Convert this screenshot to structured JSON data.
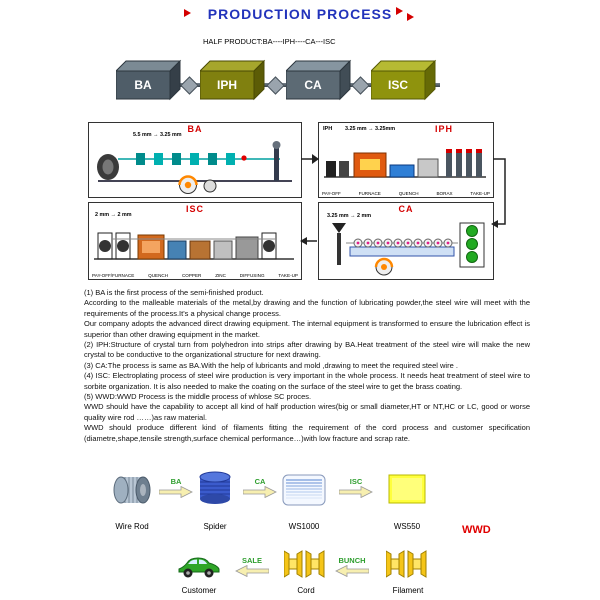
{
  "header": {
    "title": "PRODUCTION PROCESS",
    "subtitle": "HALF PRODUCT:BA----IPH----CA---ISC"
  },
  "chain": {
    "blocks": [
      "BA",
      "IPH",
      "CA",
      "ISC"
    ]
  },
  "panels": {
    "ba": {
      "title": "BA",
      "measure": "5.5 mm → 3.25 mm"
    },
    "iph": {
      "tag": "IPH",
      "title": "IPH",
      "measure": "3.25 mm → 3.25mm",
      "stations": [
        "PAY-OFF",
        "FURNACE",
        "QUENCH",
        "BORAX",
        "TAKE-UP"
      ]
    },
    "isc": {
      "title": "ISC",
      "measure": "2 mm → 2 mm",
      "stations": [
        "PAY-OFF/FURNACE",
        "QUENCH",
        "COPPER",
        "ZINC",
        "DIFFUSING",
        "TAKE-UP"
      ]
    },
    "ca": {
      "title": "CA",
      "measure": "3.25 mm → 2 mm"
    }
  },
  "description": {
    "lines": [
      "(1)    BA is the first process of the semi-finished product.",
      "According to the malleable materials of the metal,by drawing and the function of  lubricating powder,the steel wire will meet with the requirements of the process.It's a physical change process.",
      "Our company adopts the advanced direct drawing equipment. The internal equipment is transformed to ensure the lubrication effect is superior than other  drawing equipment in the market.",
      "(2)    IPH:Structure of crystal turn from polyhedron into strips after drawing by BA.Heat treatment of the steel wire will make the new crystal to be conductive to the organizational structure for next drawing.",
      "(3)    CA:The process is same as BA.With the help of lubricants and mold ,drawing to meet the required steel wire .",
      "(4)    ISC:  Electroplating process of steel wire production is very important in the whole process. It needs heat treatment of steel wire to sorbite organization. It is also needed to make the coating on the surface of the steel wire to get the brass coating.",
      "(5)    WWD:WWD Process is the middle process of whlose SC proces.",
      "WWD should have the capability to accept all kind of half production wires(big or small diameter,HT or NT,HC or LC, good or worse quality wire rod ……)as raw material.",
      "WWD should produce different kind of filaments fitting the requirement of the cord process and customer specification (diametre,shape,tensile strength,surface chemical performance…)with low fracture and scrap rate."
    ]
  },
  "flow": {
    "stage_labels": [
      "Wire Rod",
      "Spider",
      "WS1000",
      "WS550"
    ],
    "arrow_labels_top": [
      "BA",
      "CA",
      "ISC"
    ],
    "wwd": "WWD",
    "bottom_labels": [
      "Customer",
      "Cord",
      "Filament"
    ],
    "arrow_labels_bottom": [
      "SALE",
      "BUNCH"
    ]
  },
  "icons": {
    "wire-rod-coil": "gray-blue horizontal coil cylinder",
    "spider-spool": "blue ribbed drum",
    "ws1000-spool": "white spool with blue wire lines",
    "ws550-box": "yellow square",
    "customer-car": "green car",
    "cord-spools": "two yellow bobbins",
    "filament-spools": "two yellow bobbins",
    "flow-arrow": "outlined block arrow",
    "red-arrow": "small red triangle"
  },
  "colors": {
    "title_blue": "#2233bb",
    "accent_red": "#d40000",
    "flow_green": "#2e9e2e",
    "block_steel": "#4f5d68",
    "block_olive": "#80800f",
    "furnace_orange": "#e05a10",
    "quench_blue": "#2f7fd6",
    "spool_yellow": "#f5c518"
  }
}
